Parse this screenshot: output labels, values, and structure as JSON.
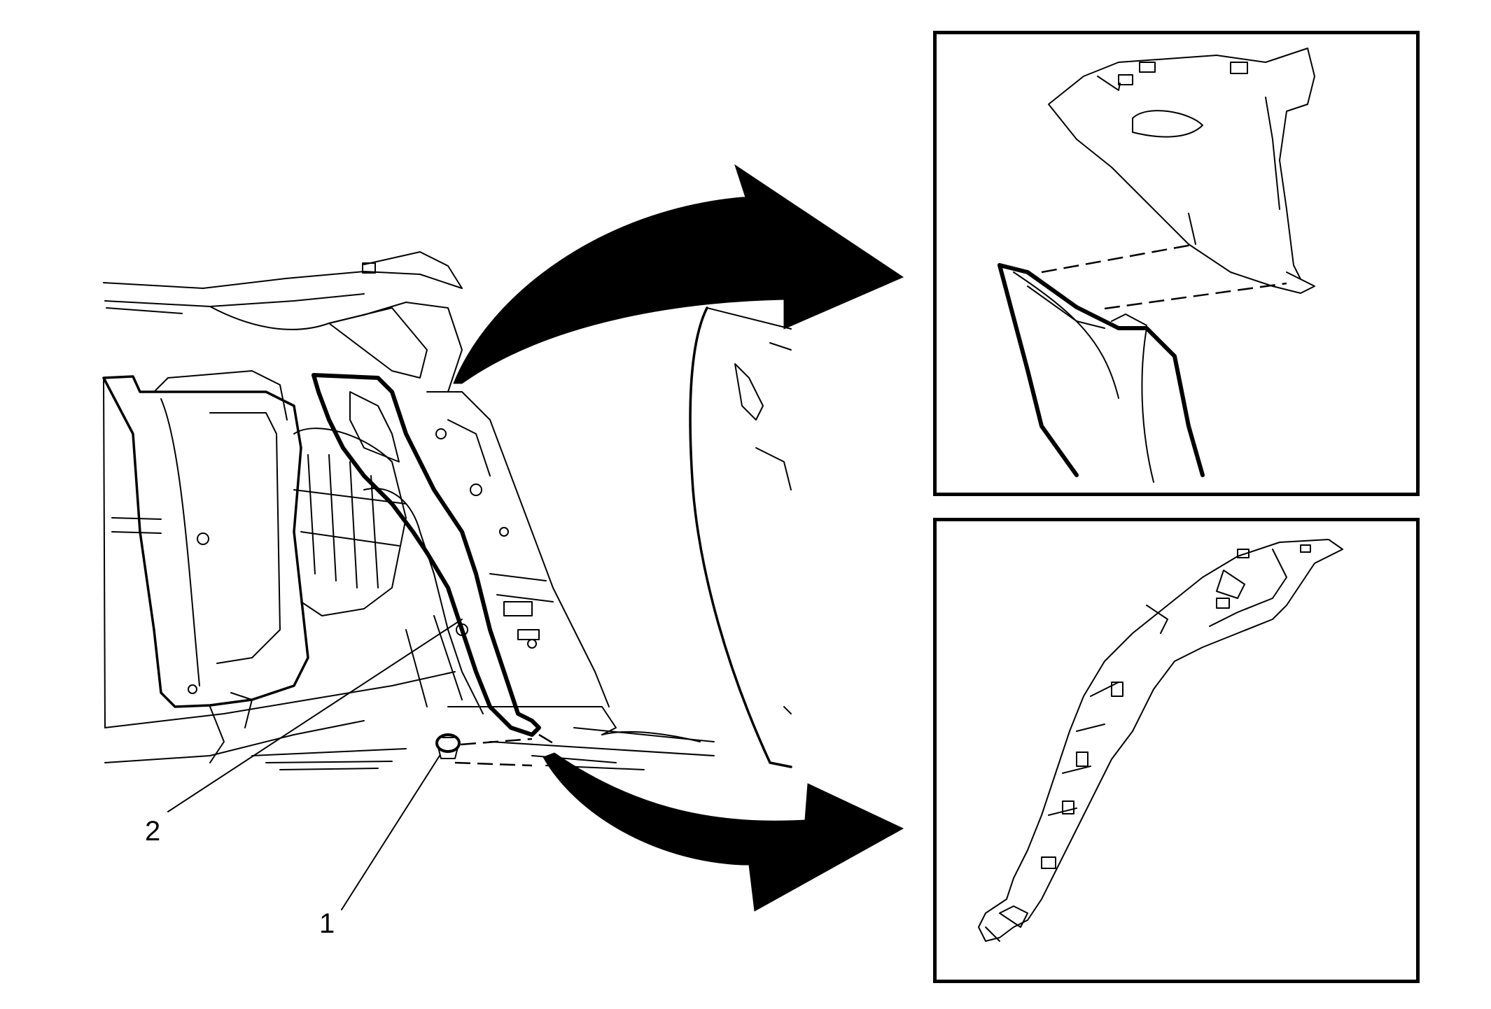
{
  "diagram": {
    "callouts": [
      {
        "id": "2",
        "label": "2"
      },
      {
        "id": "1",
        "label": "1"
      }
    ],
    "insets": [
      {
        "id": "top",
        "subject": "upper-trim-panel-clip-detail"
      },
      {
        "id": "bottom",
        "subject": "trim-panel-rear-view"
      }
    ],
    "arrows": [
      {
        "from": "pillar-trim",
        "to": "inset-top"
      },
      {
        "from": "pillar-trim",
        "to": "inset-bottom"
      }
    ],
    "colors": {
      "line": "#000000",
      "background": "#ffffff"
    }
  }
}
